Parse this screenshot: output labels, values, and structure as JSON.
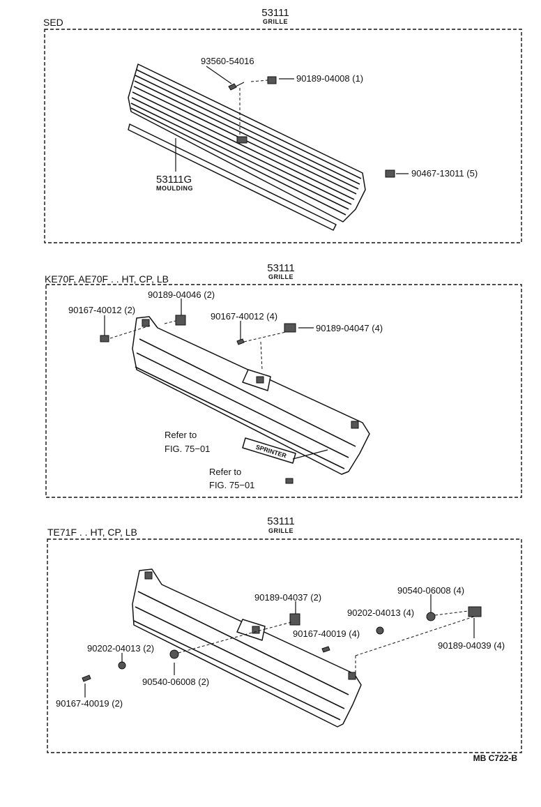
{
  "sections": [
    {
      "variant": "SED",
      "part_no": "53111",
      "part_name": "GRILLE",
      "moulding_no": "53111G",
      "moulding_name": "MOULDING",
      "callouts": [
        "93560-54016",
        "90189-04008 (1)",
        "90467-13011 (5)"
      ]
    },
    {
      "variant": "KE70F, AE70F . . HT, CP, LB",
      "part_no": "53111",
      "part_name": "GRILLE",
      "callouts": [
        "90189-04046 (2)",
        "90167-40012 (2)",
        "90167-40012 (4)",
        "90189-04047 (4)"
      ],
      "refs": [
        {
          "line1": "Refer to",
          "line2": "FIG. 75−01"
        },
        {
          "line1": "Refer to",
          "line2": "FIG. 75−01"
        }
      ],
      "emblem_text": "SPRINTER"
    },
    {
      "variant": "TE71F . . HT, CP, LB",
      "part_no": "53111",
      "part_name": "GRILLE",
      "callouts": [
        "90189-04037 (2)",
        "90540-06008 (4)",
        "90202-04013 (4)",
        "90167-40019 (4)",
        "90189-04039 (4)",
        "90202-04013 (2)",
        "90540-06008 (2)",
        "90167-40019 (2)"
      ]
    }
  ],
  "footer_code": "MB C722-B"
}
